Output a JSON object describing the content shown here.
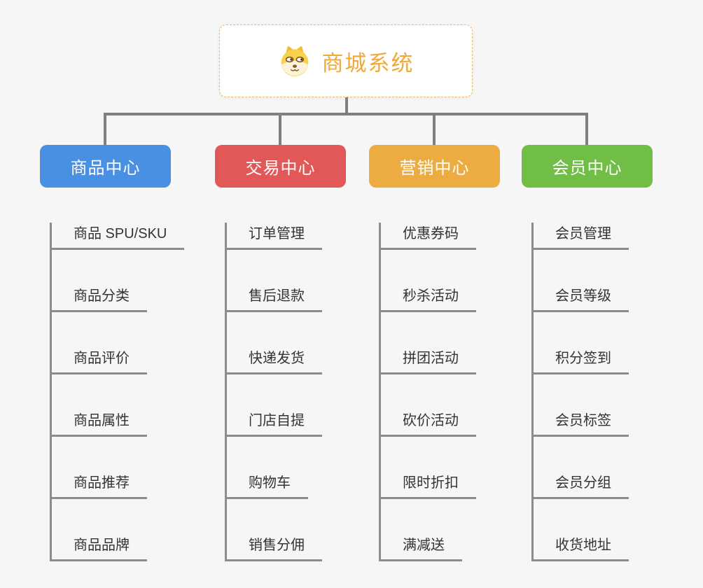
{
  "root": {
    "title": "商城系统",
    "icon": "shiba-dog-icon"
  },
  "branches": [
    {
      "label": "商品中心",
      "color": "#4a90e2",
      "children": [
        "商品 SPU/SKU",
        "商品分类",
        "商品评价",
        "商品属性",
        "商品推荐",
        "商品品牌"
      ]
    },
    {
      "label": "交易中心",
      "color": "#e25757",
      "children": [
        "订单管理",
        "售后退款",
        "快递发货",
        "门店自提",
        "购物车",
        "销售分佣"
      ]
    },
    {
      "label": "营销中心",
      "color": "#edac41",
      "children": [
        "优惠券码",
        "秒杀活动",
        "拼团活动",
        "砍价活动",
        "限时折扣",
        "满减送"
      ]
    },
    {
      "label": "会员中心",
      "color": "#70be46",
      "children": [
        "会员管理",
        "会员等级",
        "积分签到",
        "会员标签",
        "会员分组",
        "收货地址"
      ]
    }
  ],
  "colors": {
    "background": "#f6f6f6",
    "connector": "#7f7f7f",
    "branch_line": "#8c8c8c",
    "root_text": "#f2a837",
    "root_border": "#eeb66d",
    "child_text": "#333333"
  }
}
